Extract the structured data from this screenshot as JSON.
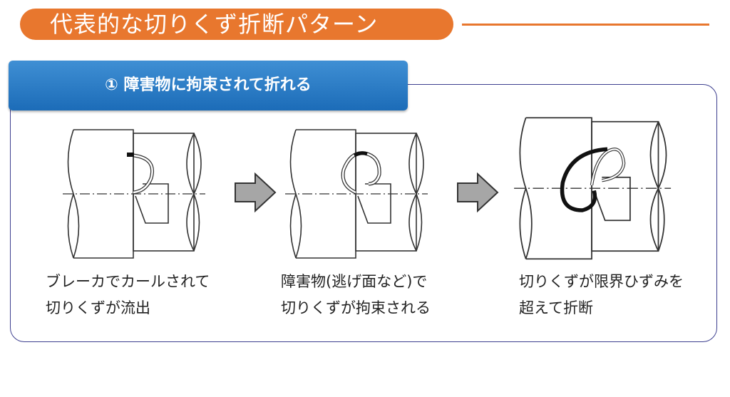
{
  "title": "代表的な切りくず折断パターン",
  "section": {
    "label": "① 障害物に拘束されて折れる"
  },
  "steps": [
    {
      "line1": "ブレーカでカールされて",
      "line2": "切りくずが流出"
    },
    {
      "line1": "障害物(逃げ面など)で",
      "line2": "切りくずが拘束される"
    },
    {
      "line1": "切りくずが限界ひずみを",
      "line2": "超えて折断"
    }
  ],
  "colors": {
    "accent": "#e8772e",
    "header": "#1c6cb8",
    "frame": "#3d3f8f",
    "arrow": "#a6a6a6"
  }
}
